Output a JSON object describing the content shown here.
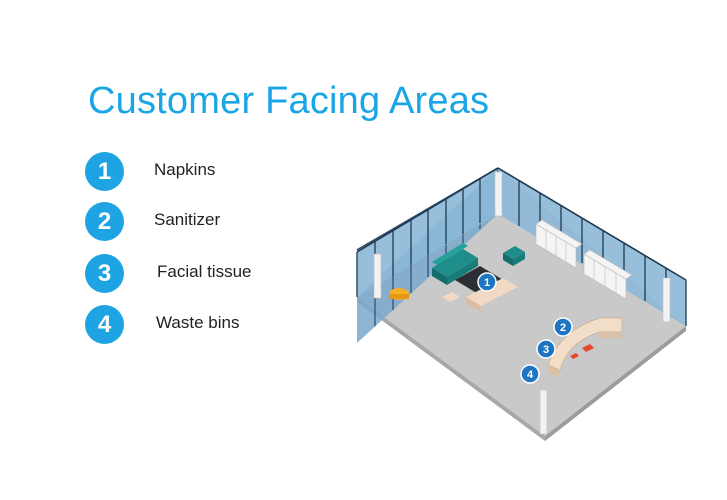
{
  "title": "Customer Facing Areas",
  "legend": [
    {
      "number": "1",
      "label": "Napkins"
    },
    {
      "number": "2",
      "label": "Sanitizer"
    },
    {
      "number": "3",
      "label": "Facial tissue"
    },
    {
      "number": "4",
      "label": "Waste bins"
    }
  ],
  "markers": [
    "1",
    "2",
    "3",
    "4"
  ],
  "colors": {
    "accent": "#1ea4e2",
    "title": "#1aa6e6"
  }
}
